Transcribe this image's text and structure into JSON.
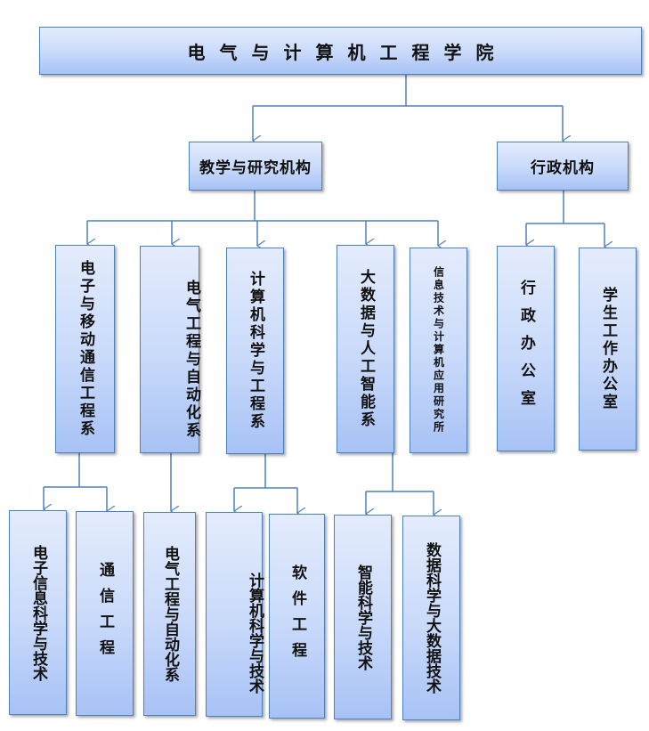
{
  "root": {
    "label": "电气与计算机工程学院"
  },
  "level1": [
    {
      "label": "教学与研究机构"
    },
    {
      "label": "行政机构"
    }
  ],
  "teaching_units": [
    {
      "label": "电子与移动通信工程系"
    },
    {
      "label": "电气工程与自动化系"
    },
    {
      "label": "计算机科学与工程系"
    },
    {
      "label": "大数据与人工智能系"
    },
    {
      "label": "信息技术与计算机应用研究所"
    }
  ],
  "admin_units": [
    {
      "label": "行政办公室"
    },
    {
      "label": "学生工作办公室"
    }
  ],
  "majors": [
    {
      "label": "电子信息科学与技术",
      "parent": "电子与移动通信工程系"
    },
    {
      "label": "通信工程",
      "parent": "电子与移动通信工程系"
    },
    {
      "label": "电气工程与自动化系",
      "parent": "电气工程与自动化系"
    },
    {
      "label": "计算机科学与技术",
      "parent": "计算机科学与工程系"
    },
    {
      "label": "软件工程",
      "parent": "计算机科学与工程系"
    },
    {
      "label": "智能科学与技术",
      "parent": "大数据与人工智能系"
    },
    {
      "label": "数据科学与大数据技术",
      "parent": "大数据与人工智能系"
    }
  ],
  "colors": {
    "border": "#4f81bd",
    "fill_top": "#e4ecfc",
    "fill_bottom": "#a7c2f5",
    "line": "#4f81bd"
  }
}
